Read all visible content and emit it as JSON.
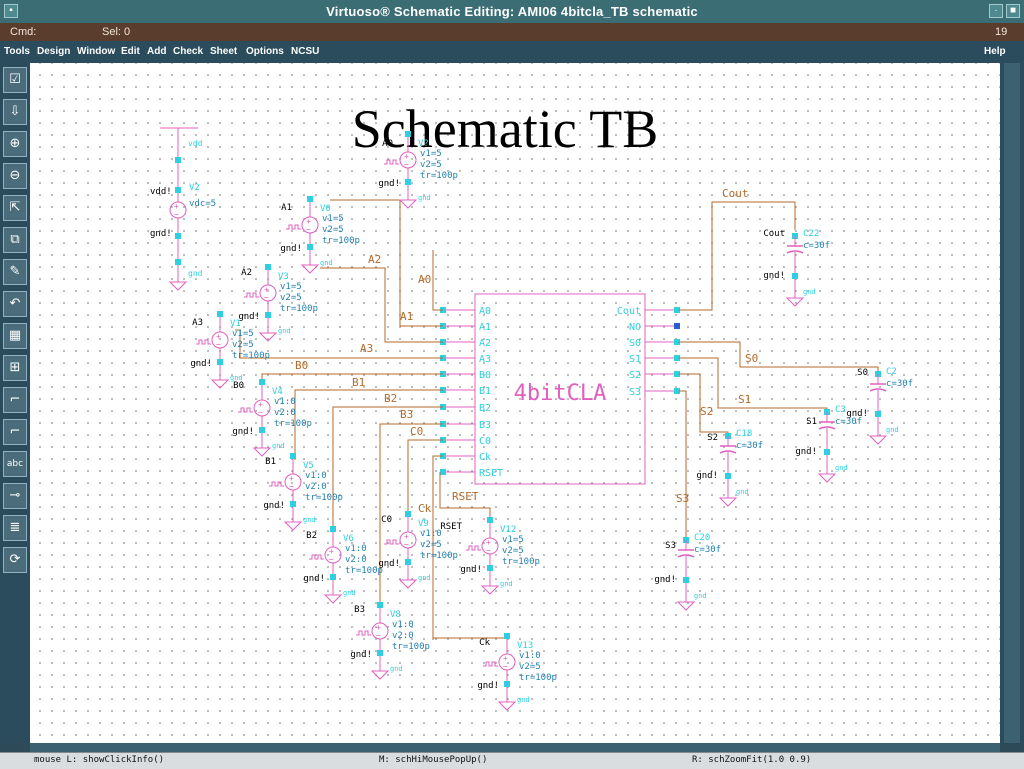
{
  "window": {
    "title": "Virtuoso® Schematic Editing: AMI06 4bitcla_TB schematic",
    "win_close": "■",
    "win_icon": "▪"
  },
  "cmdbar": {
    "cmd_label": "Cmd:",
    "sel_label": "Sel: 0",
    "counter": "19"
  },
  "menu": {
    "items": [
      "Tools",
      "Design",
      "Window",
      "Edit",
      "Add",
      "Check",
      "Sheet",
      "Options",
      "NCSU"
    ],
    "help": "Help"
  },
  "toolbar": {
    "icons": [
      "check-icon",
      "hierarchy-icon",
      "zoom-in-icon",
      "zoom-out-icon",
      "stretch-icon",
      "copy-icon",
      "wire-icon",
      "undo-icon",
      "instance-icon",
      "pin-icon",
      "label-corner-icon",
      "label-corner2-icon",
      "label-abc-icon",
      "property-icon",
      "net-icon",
      "delete-icon"
    ]
  },
  "heading": "Schematic TB",
  "block": {
    "name": "4bitCLA",
    "pins_left": [
      "A0",
      "A1",
      "A2",
      "A3",
      "B0",
      "B1",
      "B2",
      "B3",
      "C0",
      "Ck",
      "RSET"
    ],
    "pins_right": [
      "Cout",
      "NO",
      "S0",
      "S1",
      "S2",
      "S3"
    ]
  },
  "nets": {
    "A0": "A0",
    "A1": "A1",
    "A2": "A2",
    "A3": "A3",
    "B0": "B0",
    "B1": "B1",
    "B2": "B2",
    "B3": "B3",
    "C0": "C0",
    "Ck": "Ck",
    "RSET": "RSET",
    "Cout": "Cout",
    "S0": "S0",
    "S1": "S1",
    "S2": "S2",
    "S3": "S3"
  },
  "vdd": {
    "sym": "vdd",
    "net": "vdd!",
    "inst": "V2",
    "param": "vdc=5",
    "gnd": "gnd!",
    "gndsym": "gnd"
  },
  "sources": [
    {
      "pin": "A0",
      "inst": "V?",
      "p1": "v1=5",
      "p2": "v2=5",
      "p3": "tr=100p"
    },
    {
      "pin": "A1",
      "inst": "V0",
      "p1": "v1=5",
      "p2": "v2=5",
      "p3": "tr=100p"
    },
    {
      "pin": "A2",
      "inst": "V3",
      "p1": "v1=5",
      "p2": "v2=5",
      "p3": "tr=100p"
    },
    {
      "pin": "A3",
      "inst": "V1",
      "p1": "v1=5",
      "p2": "v2=5",
      "p3": "tr=100p"
    },
    {
      "pin": "B0",
      "inst": "V4",
      "p1": "v1:0",
      "p2": "v2:0",
      "p3": "tr=100p"
    },
    {
      "pin": "B1",
      "inst": "V5",
      "p1": "v1:0",
      "p2": "v2:0",
      "p3": "tr=100p"
    },
    {
      "pin": "B2",
      "inst": "V6",
      "p1": "v1:0",
      "p2": "v2:0",
      "p3": "tr=100p"
    },
    {
      "pin": "B3",
      "inst": "V8",
      "p1": "v1:0",
      "p2": "v2:0",
      "p3": "tr=100p"
    },
    {
      "pin": "C0",
      "inst": "V9",
      "p1": "v1:0",
      "p2": "v2=5",
      "p3": "tr=100p"
    },
    {
      "pin": "RSET",
      "inst": "V12",
      "p1": "v1=5",
      "p2": "v2=5",
      "p3": "tr=100p"
    },
    {
      "pin": "Ck",
      "inst": "V13",
      "p1": "v1:0",
      "p2": "v2=5",
      "p3": "tr=100p"
    }
  ],
  "caps": [
    {
      "pin": "Cout",
      "inst": "C22",
      "val": "c=30f"
    },
    {
      "pin": "S0",
      "inst": "C2",
      "val": "c=30f"
    },
    {
      "pin": "S1",
      "inst": "C3",
      "val": "c=30f"
    },
    {
      "pin": "S2",
      "inst": "C18",
      "val": "c=30f"
    },
    {
      "pin": "S3",
      "inst": "C20",
      "val": "c=30f"
    }
  ],
  "gnd_label": "gnd!",
  "gnd_sym": "gnd",
  "status": {
    "left": "mouse L: showClickInfo()",
    "mid": "M: schHiMousePopUp()",
    "right": "R: schZoomFit(1.0 0.9)"
  },
  "colors": {
    "wire": "#b46a2a",
    "device": "#e060c0",
    "pin": "#2ed0e0",
    "param": "#2080b0",
    "label_black": "#000000"
  }
}
